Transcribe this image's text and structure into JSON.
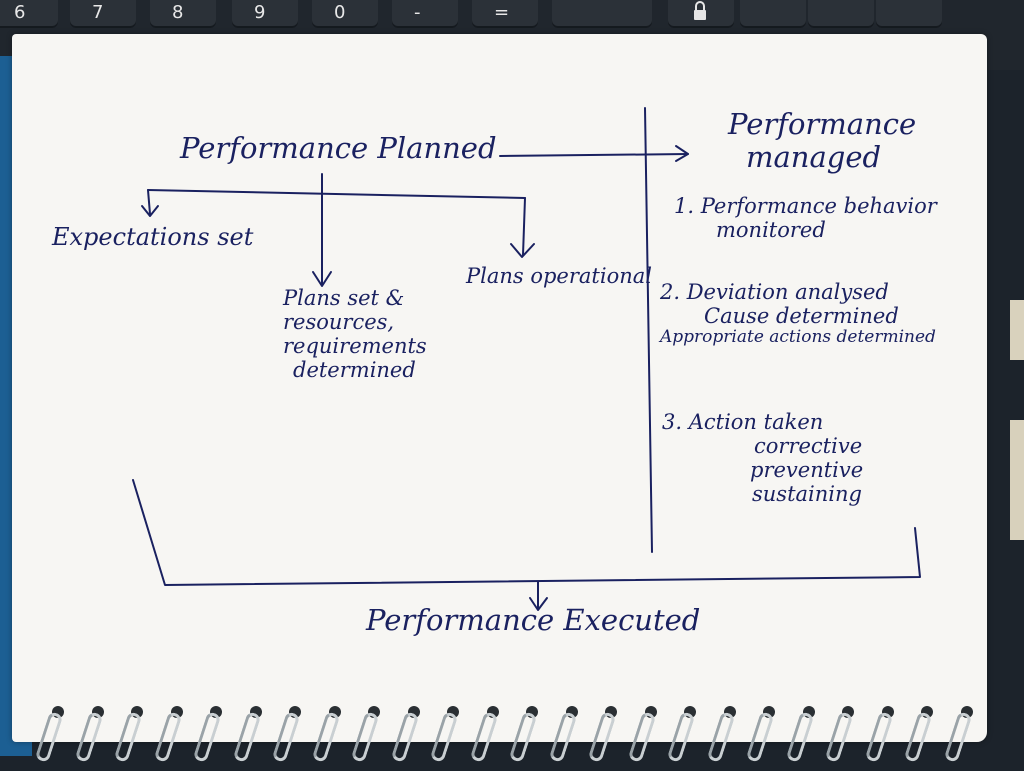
{
  "keyboard": {
    "keys": [
      "6",
      "7",
      "8",
      "9",
      "0",
      "-",
      "="
    ]
  },
  "diagram": {
    "top_left_node": "Performance Planned",
    "top_right_node_line1": "Performance",
    "top_right_node_line2": "managed",
    "child_expectations": "Expectations set",
    "child_plans": [
      "Plans set &",
      "resources,",
      "requirements",
      "determined"
    ],
    "child_operational": "Plans operational",
    "step1": [
      "1. Performance behavior",
      "monitored"
    ],
    "step2": [
      "2. Deviation analysed",
      "Cause determined",
      "Appropriate actions determined"
    ],
    "step3": [
      "3. Action taken",
      "corrective",
      "preventive",
      "sustaining"
    ],
    "bottom_node": "Performance Executed"
  },
  "colors": {
    "ink": "#1a2160",
    "paper": "#f7f6f3",
    "folder": "#1c5f93"
  }
}
